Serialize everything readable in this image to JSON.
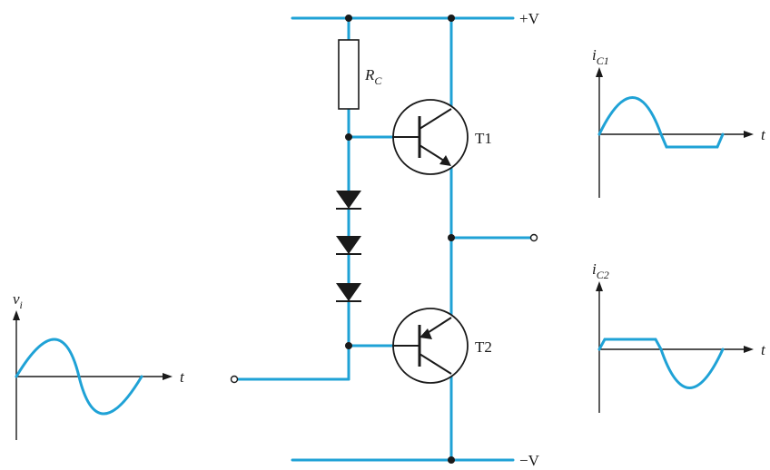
{
  "labels": {
    "vplus": "+V",
    "vminus": "−V",
    "rc": "R",
    "rc_sub": "C",
    "t1": "T1",
    "t2": "T2"
  },
  "graphs": {
    "input": {
      "y": "v",
      "y_sub": "i",
      "x": "t"
    },
    "ic1": {
      "y": "i",
      "y_sub": "C1",
      "x": "t"
    },
    "ic2": {
      "y": "i",
      "y_sub": "C2",
      "x": "t"
    }
  },
  "colors": {
    "wire": "#1fa2d6",
    "ink": "#1a1a1a"
  }
}
